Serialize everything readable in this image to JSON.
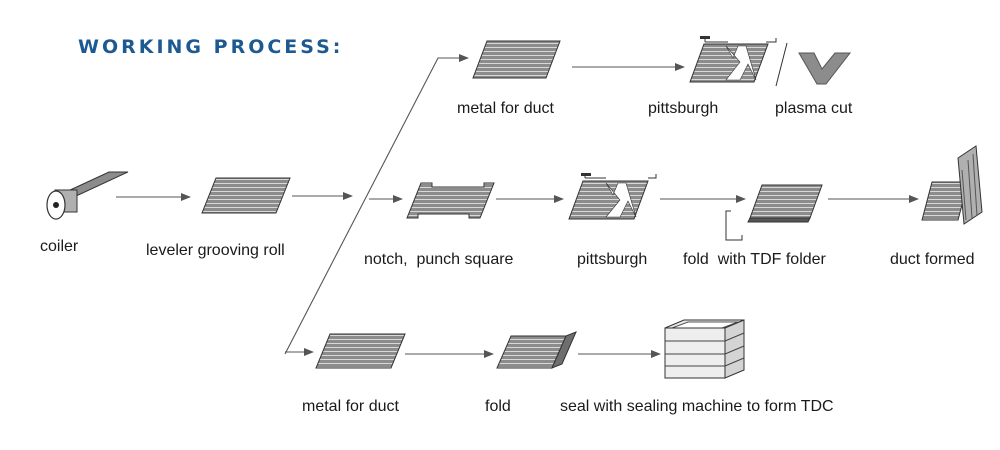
{
  "title": "WORKING PROCESS:",
  "colors": {
    "title": "#1e5a92",
    "sheet_fill": "#8c8c8c",
    "stroke": "#333333",
    "arrow": "#555555"
  },
  "steps": {
    "coiler": "coiler",
    "leveler": "leveler grooving roll",
    "top_metal": "metal for duct",
    "top_pittsburgh": "pittsburgh",
    "top_plasma": "plasma cut",
    "mid_notch": "notch,  punch square",
    "mid_pittsburgh": "pittsburgh",
    "mid_fold": "fold  with TDF folder",
    "mid_duct": "duct formed",
    "bot_metal": "metal for duct",
    "bot_fold": "fold",
    "bot_seal": "seal with sealing machine to form TDC"
  }
}
